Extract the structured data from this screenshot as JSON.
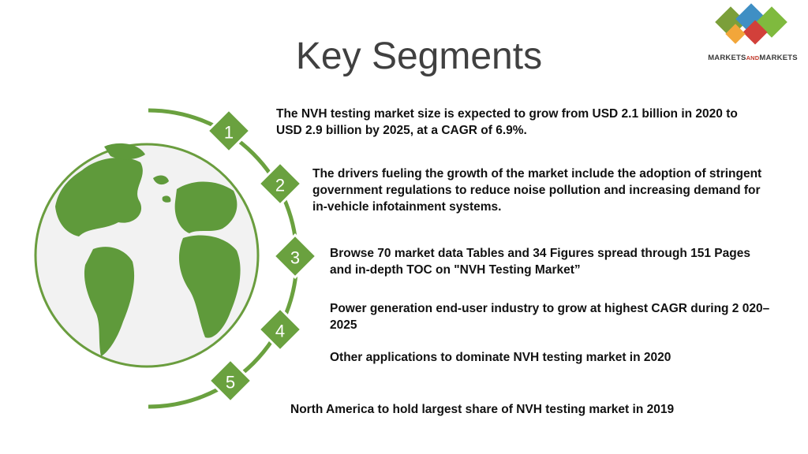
{
  "title": "Key Segments",
  "logo": {
    "text_a": "MARKETS",
    "text_and": "AND",
    "text_b": "MARKETS",
    "colors": [
      "#3f8fc4",
      "#7b9f3a",
      "#d2403a",
      "#7fba3e",
      "#f2a63a"
    ]
  },
  "badges": [
    "1",
    "2",
    "3",
    "4",
    "5"
  ],
  "segments": [
    "The NVH testing market size is expected to grow from USD 2.1 billion in 2020 to USD 2.9 billion by 2025, at a CAGR of 6.9%.",
    "The drivers fueling the growth of the market include the adoption of stringent government regulations to reduce noise pollution and increasing demand for in-vehicle infotainment systems.",
    "Browse 70 market data Tables and 34 Figures spread through 151 Pages and in-depth TOC on \"NVH Testing Market”",
    "Power generation end-user industry to grow at highest CAGR during 2 020–2025",
    "Other applications to dominate NVH testing market in 2020",
    "North America to hold largest share of NVH testing market in 2019"
  ],
  "colors": {
    "accent_green": "#6aa13f",
    "globe_green": "#5f9a3b",
    "title_gray": "#404040"
  }
}
